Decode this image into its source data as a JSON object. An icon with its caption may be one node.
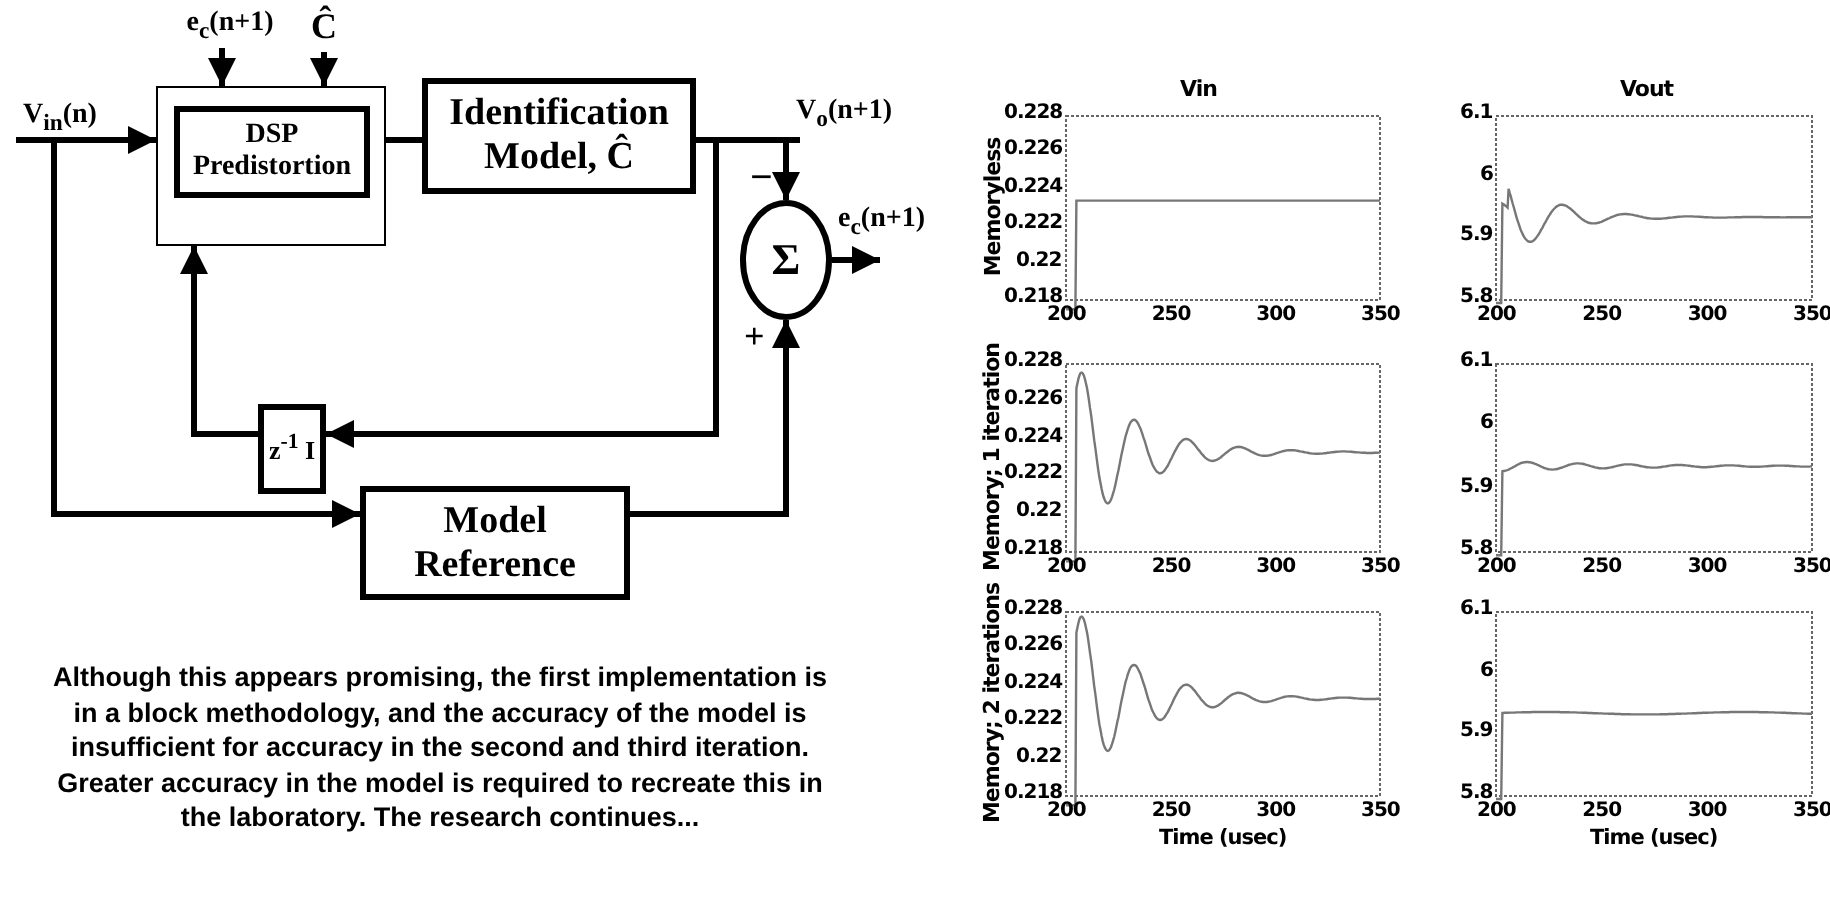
{
  "diagram": {
    "caption": "Although this appears promising, the first implementation is in a block methodology, and the accuracy of the model is insufficient for accuracy in the second and third iteration.  Greater accuracy in the model is required to recreate this in the laboratory.  The research continues...",
    "nodes": [
      {
        "text": [],
        "shape": "box"
      },
      {
        "text": [
          "DSP Predistortion"
        ],
        "in": 0
      },
      {
        "text": [
          "Identification Model, Ĉ"
        ]
      },
      {
        "text": [
          "Σ"
        ]
      },
      {
        "text": [
          "z$^{-1}$ I"
        ]
      },
      {
        "text": [
          "Model Reference"
        ]
      },
      {
        "text": [
          "V$_{in}$(n)"
        ]
      },
      {
        "text": [
          "e$_{c}$(n+1)"
        ]
      },
      {
        "text": [
          "Ĉ"
        ]
      }
    ],
    "edges": [
      {
        "from": 6,
        "to": 0,
        "arrow": "to"
      },
      {
        "from": 6,
        "to": 5,
        "arrow": "to"
      },
      {
        "from": 7,
        "to": 0,
        "arrow": "to"
      },
      {
        "from": 8,
        "to": 0,
        "arrow": "to"
      },
      {
        "from": 0,
        "to": 2,
        "arrow": "none"
      },
      {
        "from": 2,
        "to": null,
        "arrow": "none",
        "label": "V$_{o}$(n+1)"
      },
      {
        "from": 2,
        "to": 3,
        "arrow": "to"
      },
      {
        "from": 2,
        "to": 4,
        "arrow": "to"
      },
      {
        "from": 4,
        "to": 0,
        "arrow": "to"
      },
      {
        "from": 5,
        "to": 3,
        "arrow": "to"
      },
      {
        "from": 3,
        "to": null,
        "arrow": "to",
        "label": "e$_{c}$(n+1)"
      }
    ],
    "labels": [
      "−",
      "+",
      "Vin",
      "Vout",
      "Memoryless",
      "0.228",
      "0.226",
      "0.224",
      "0.222",
      "0.22",
      "0.218",
      "200",
      "250",
      "300",
      "350",
      "6.1",
      "6",
      "5.9",
      "5.8",
      "200",
      "250",
      "300",
      "350",
      "Memory; 1 iteration",
      "0.228",
      "0.226",
      "0.224",
      "0.222",
      "0.22",
      "0.218",
      "200",
      "250",
      "300",
      "350",
      "6.1",
      "6",
      "5.9",
      "5.8",
      "200",
      "250",
      "300",
      "350",
      "Memory; 2 iterations",
      "0.228",
      "0.226",
      "0.224",
      "0.222",
      "0.22",
      "0.218",
      "200",
      "250",
      "300",
      "350",
      "6.1",
      "6",
      "5.9",
      "5.8",
      "200",
      "250",
      "300",
      "350",
      "Time (usec)",
      "Time (usec)"
    ]
  }
}
